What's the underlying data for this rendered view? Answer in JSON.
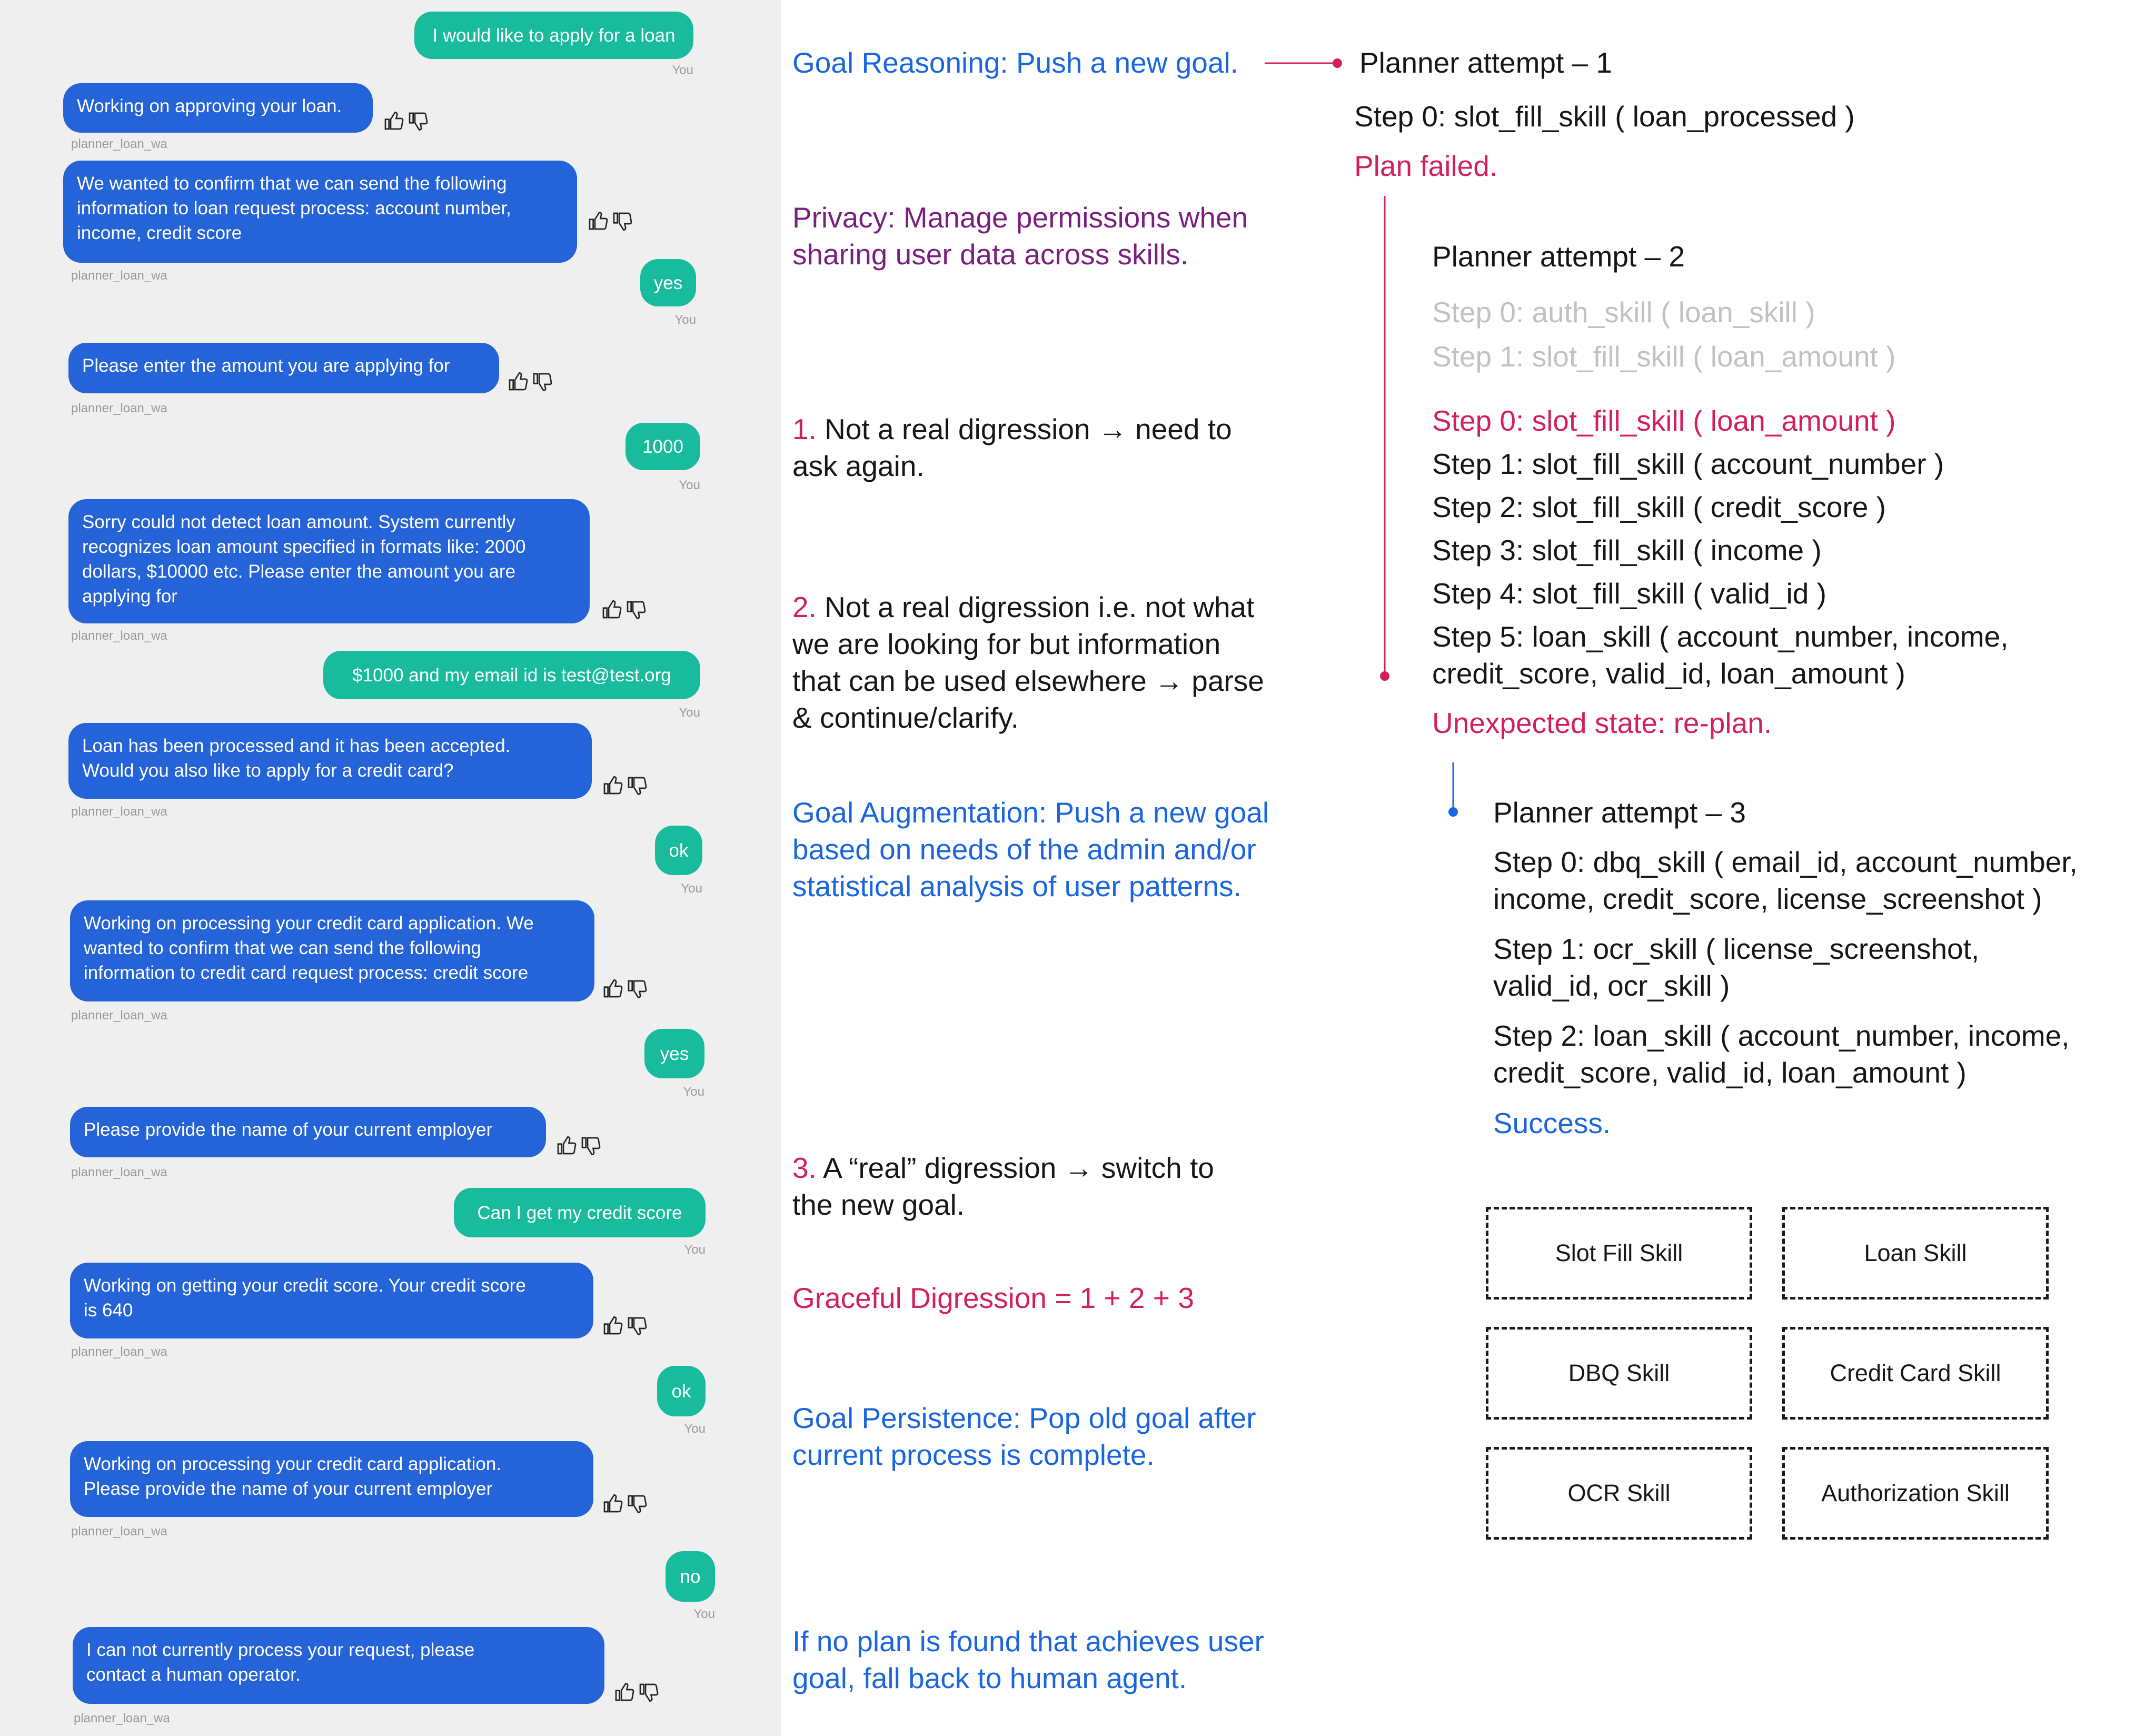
{
  "chat": {
    "messages": [
      {
        "role": "user",
        "text": "I would like to apply for a loan",
        "sender": "You"
      },
      {
        "role": "bot",
        "text": "Working on approving your loan.",
        "sender": "planner_loan_wa"
      },
      {
        "role": "bot",
        "text": "We wanted to confirm that we can send the following\ninformation to loan request process: account number,\nincome, credit score",
        "sender": "planner_loan_wa"
      },
      {
        "role": "user",
        "text": "yes",
        "sender": "You"
      },
      {
        "role": "bot",
        "text": "Please enter the amount you are applying for",
        "sender": "planner_loan_wa"
      },
      {
        "role": "user",
        "text": "1000",
        "sender": "You"
      },
      {
        "role": "bot",
        "text": "Sorry could not detect loan amount. System currently\nrecognizes loan amount specified in formats like: 2000\ndollars, $10000 etc. Please enter the amount you are\napplying for",
        "sender": "planner_loan_wa"
      },
      {
        "role": "user",
        "text": "$1000 and my email id is test@test.org",
        "sender": "You"
      },
      {
        "role": "bot",
        "text": "Loan has been processed and it has been accepted.\nWould you also like to apply for a credit card?",
        "sender": "planner_loan_wa"
      },
      {
        "role": "user",
        "text": "ok",
        "sender": "You"
      },
      {
        "role": "bot",
        "text": "Working on processing your credit card application. We\nwanted to confirm that we can send the following\ninformation to credit card request process: credit score",
        "sender": "planner_loan_wa"
      },
      {
        "role": "user",
        "text": "yes",
        "sender": "You"
      },
      {
        "role": "bot",
        "text": "Please provide the name of your current employer",
        "sender": "planner_loan_wa"
      },
      {
        "role": "user",
        "text": "Can I get my credit score",
        "sender": "You"
      },
      {
        "role": "bot",
        "text": "Working on getting your credit score. Your credit score\nis 640",
        "sender": "planner_loan_wa"
      },
      {
        "role": "user",
        "text": "ok",
        "sender": "You"
      },
      {
        "role": "bot",
        "text": "Working on processing your credit card application.\nPlease provide the name of your current employer",
        "sender": "planner_loan_wa"
      },
      {
        "role": "user",
        "text": "no",
        "sender": "You"
      },
      {
        "role": "bot",
        "text": "I can not currently process your request, please\ncontact a human operator.",
        "sender": "planner_loan_wa"
      }
    ]
  },
  "notes": {
    "goal_reasoning": {
      "label": "Goal Reasoning:",
      "text": " Push a new goal."
    },
    "privacy": {
      "label": "Privacy:",
      "text": " Manage permissions when\nsharing user data across skills."
    },
    "digression_1": {
      "num": "1.",
      "text": " Not a real digression → need to\nask again."
    },
    "digression_2": {
      "num": "2.",
      "text": " Not a real digression i.e. not what\nwe are looking for but information\nthat can be used elsewhere → parse\n& continue/clarify."
    },
    "goal_augmentation": {
      "label": "Goal Augmentation:",
      "text": " Push a new goal\nbased on needs of the admin and/or\nstatistical analysis of user patterns."
    },
    "digression_3": {
      "num": "3.",
      "text": " A “real” digression → switch to\nthe new goal."
    },
    "graceful": "Graceful Digression = 1 + 2 + 3",
    "goal_persistence": {
      "label": "Goal Persistence:",
      "text": " Pop old goal after\ncurrent process is complete."
    },
    "fallback": "If no plan is found that achieves user\ngoal, fall back to human agent."
  },
  "planner": {
    "attempt_1": {
      "title": "Planner attempt – 1",
      "steps": [
        "Step 0: slot_fill_skill ( loan_processed )"
      ],
      "result": "Plan failed."
    },
    "attempt_2": {
      "title": "Planner attempt – 2",
      "struck_steps": [
        "Step 0: auth_skill ( loan_skill )",
        "Step 1: slot_fill_skill ( loan_amount )"
      ],
      "highlight_step": "Step 0: slot_fill_skill ( loan_amount )",
      "steps": [
        "Step 1: slot_fill_skill ( account_number )",
        "Step 2: slot_fill_skill ( credit_score )",
        "Step 3: slot_fill_skill ( income )",
        "Step 4: slot_fill_skill ( valid_id )",
        "Step 5: loan_skill ( account_number, income,\ncredit_score, valid_id, loan_amount )"
      ],
      "result": "Unexpected state: re-plan."
    },
    "attempt_3": {
      "title": "Planner attempt – 3",
      "steps": [
        "Step 0: dbq_skill ( email_id, account_number,\nincome, credit_score, license_screenshot )",
        "Step 1: ocr_skill ( license_screenshot,\nvalid_id, ocr_skill )",
        "Step 2: loan_skill ( account_number, income,\ncredit_score, valid_id, loan_amount )"
      ],
      "result": "Success."
    }
  },
  "skills": [
    "Slot Fill Skill",
    "Loan Skill",
    "DBQ Skill",
    "Credit Card Skill",
    "OCR Skill",
    "Authorization Skill"
  ],
  "colors": {
    "bot_bubble": "#2563d9",
    "user_bubble": "#18bc9c",
    "blue_text": "#1a66e0",
    "purple_text": "#7a1f7f",
    "pink_text": "#d3205a",
    "gray_text": "#c2c2c2"
  },
  "icons": [
    "thumbs-up-icon",
    "thumbs-down-icon"
  ]
}
